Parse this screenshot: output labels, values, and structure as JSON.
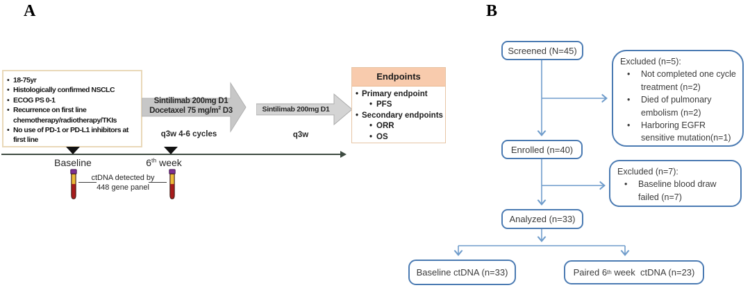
{
  "panelA": {
    "label": "A",
    "eligibility": {
      "items": [
        "18-75yr",
        "Histologically confirmed NSCLC",
        "ECOG PS 0-1",
        "Recurrence on first line chemotherapy/radiotherapy/TKIs",
        "No use of PD-1 or PD-L1 inhibitors at first line"
      ]
    },
    "arrow1": {
      "line1": "Sintilimab 200mg D1",
      "line2_pre": "Docetaxel 75 mg/m",
      "line2_sup": "2",
      "line2_post": " D3",
      "schedule": "q3w 4-6 cycles"
    },
    "arrow2": {
      "line1": "Sintilimab 200mg D1",
      "schedule": "q3w"
    },
    "endpoints": {
      "title": "Endpoints",
      "primary_label": "Primary endpoint",
      "primary_items": [
        "PFS"
      ],
      "secondary_label": "Secondary endpoints",
      "secondary_items": [
        "ORR",
        "OS"
      ]
    },
    "timeline": {
      "baseline_label": "Baseline",
      "week_pre": "6",
      "week_sup": "th",
      "week_post": " week",
      "note_line1": "ctDNA detected by",
      "note_line2": "448 gene panel"
    }
  },
  "panelB": {
    "label": "B",
    "boxes": {
      "screened": "Screened (N=45)",
      "enrolled": "Enrolled (n=40)",
      "analyzed": "Analyzed (n=33)",
      "baseline_ctdna": "Baseline ctDNA (n=33)",
      "paired_pre": "Paired 6",
      "paired_sup": "th",
      "paired_post": " week  ctDNA (n=23)",
      "excluded5_title": "Excluded (n=5):",
      "excluded5_items": [
        "Not completed one cycle treatment (n=2)",
        "Died of pulmonary embolism (n=2)",
        "Harboring EGFR sensitive mutation(n=1)"
      ],
      "excluded7_title": "Excluded (n=7):",
      "excluded7_items": [
        "Baseline blood draw failed (n=7)"
      ]
    }
  },
  "colors": {
    "flow_box_border": "#4a7ab2",
    "flow_arrow_blue": "#6f9ccb",
    "endpoints_header_bg": "#f8cbad",
    "eligibility_border": "#e9d8b8",
    "block_arrow_gray": "#c7c7c7",
    "timeline_line": "#3d4a40",
    "tube_cap_purple": "#7d2f93",
    "tube_serum_amber": "#ecb938",
    "tube_blood_red": "#a81c1c"
  }
}
